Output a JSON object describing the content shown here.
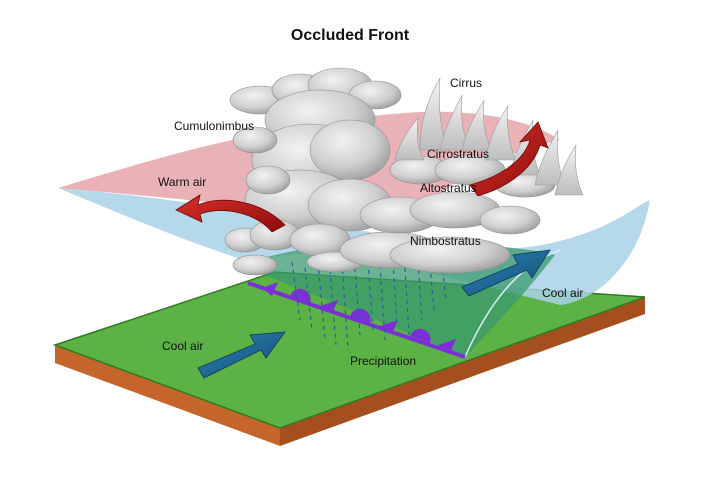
{
  "title": "Occluded Front",
  "labels": {
    "cumulonimbus": "Cumulonimbus",
    "cirrus": "Cirrus",
    "cirrostratus": "Cirrostratus",
    "altostratus": "Altostratus",
    "nimbostratus": "Nimbostratus",
    "warm_air": "Warm air",
    "cool_air_left": "Cool air",
    "cool_air_right": "Cool air",
    "precipitation": "Precipitation"
  },
  "colors": {
    "ground_top": "#5cb245",
    "ground_edge": "#2f7a23",
    "ground_side": "#c4662c",
    "warm_air": "#e5a4aa",
    "cool_air": "#a8d1e8",
    "occluded_wedge": "#3b9a6f",
    "front_symbol": "#7b2fd6",
    "cloud": "#c7c7c7",
    "cloud_dark": "#9a9a9a",
    "warm_arrow": "#b01515",
    "cool_arrow": "#1f6f9e",
    "rain": "#2a5f9e"
  }
}
